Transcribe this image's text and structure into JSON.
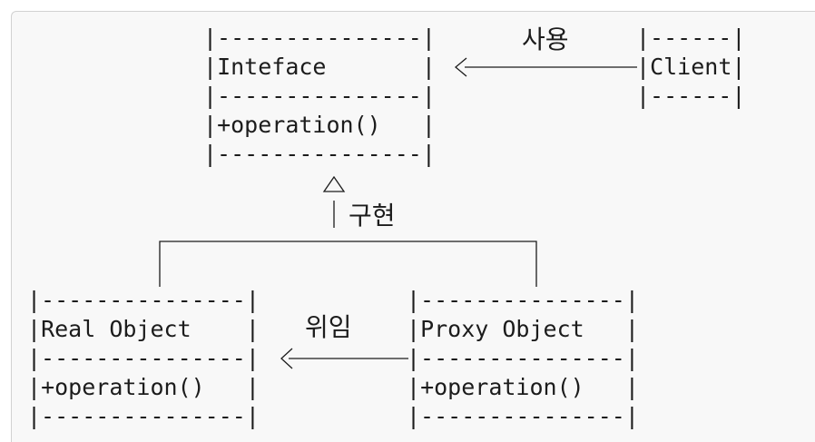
{
  "diagram": {
    "interface_box": {
      "name": "Inteface",
      "method": "+operation()"
    },
    "client_box": {
      "name": "Client"
    },
    "real_box": {
      "name": "Real Object",
      "method": "+operation()"
    },
    "proxy_box": {
      "name": "Proxy Object",
      "method": "+operation()"
    },
    "labels": {
      "uses": "사용",
      "implements": "구현",
      "delegates": "위임"
    }
  }
}
